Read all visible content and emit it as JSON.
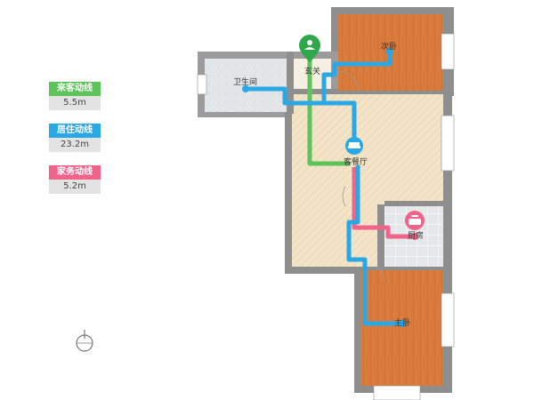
{
  "legend": [
    {
      "label": "来客动线",
      "value": "5.5m",
      "color": "#5dc45a"
    },
    {
      "label": "居住动线",
      "value": "23.2m",
      "color": "#2aa8e6"
    },
    {
      "label": "家务动线",
      "value": "5.2m",
      "color": "#f0648c"
    }
  ],
  "rooms": {
    "entrance": "玄关",
    "second_bedroom": "次卧",
    "bathroom": "卫生间",
    "living_dining": "客餐厅",
    "kitchen": "厨房",
    "master_bedroom": "主卧"
  },
  "colors": {
    "wall": "#8e8e8e",
    "wood_floor": "#d9793a",
    "living_floor": "#f3e4c8",
    "tile_floor": "#e2e6e8",
    "guest_route": "#5dc45a",
    "living_route": "#2aa8e6",
    "chore_route": "#f0648c"
  },
  "icons": [
    "entrance-pin-icon",
    "sofa-icon",
    "cooking-pot-icon",
    "compass-icon"
  ]
}
